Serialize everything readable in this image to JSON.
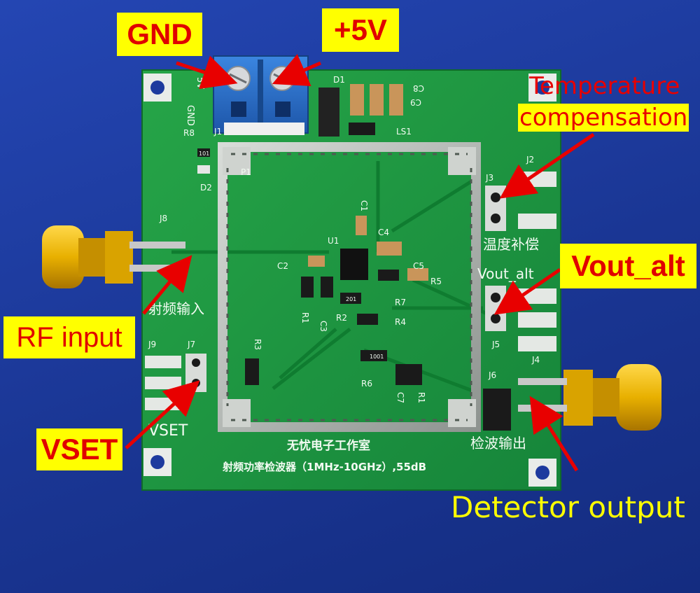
{
  "callouts": {
    "gnd": "GND",
    "plus5v": "+5V",
    "temperature": "Temperature",
    "compensation": "compensation",
    "vout_alt": "Vout_alt",
    "rf_input": "RF input",
    "vset": "VSET",
    "detector_output": "Detector output"
  },
  "board": {
    "line1": "无忧电子工作室",
    "line2": "射频功率检波器（1MHz-10GHz）,55dB",
    "label_rf_cn": "射频输入",
    "label_temp_cn": "温度补偿",
    "label_det_cn": "检波输出",
    "label_vout": "Vout_alt",
    "label_vset": "VSET",
    "label_gnd": "GND",
    "label_5v": "5V",
    "refs": {
      "r8": "R8",
      "j1": "J1",
      "d1": "D1",
      "c8": "C8",
      "c9": "C9",
      "ls1": "LS1",
      "d2": "D2",
      "p1": "P1",
      "j2": "J2",
      "j3": "J3",
      "j8": "J8",
      "c1": "C1",
      "c4": "C4",
      "u1": "U1",
      "c2": "C2",
      "c5": "C5",
      "r5": "R5",
      "r7": "R7",
      "r1": "R1",
      "c3": "C3",
      "r2": "R2",
      "r4": "R4",
      "r3": "R3",
      "j9": "J9",
      "j7": "J7",
      "j5": "J5",
      "j4": "J4",
      "j6": "J6",
      "r6": "R6",
      "c7": "C7",
      "r1b": "R1",
      "res_101": "101",
      "res_201": "201",
      "res_1001": "1001"
    }
  },
  "colors": {
    "background": "#1d3a9e",
    "pcb": "#1d9a3e",
    "callout_bg": "#ffff00",
    "callout_text": "#e00000",
    "arrow": "#e80000",
    "connector_gold": "#e8b400",
    "terminal_blue": "#2a6fc9"
  }
}
